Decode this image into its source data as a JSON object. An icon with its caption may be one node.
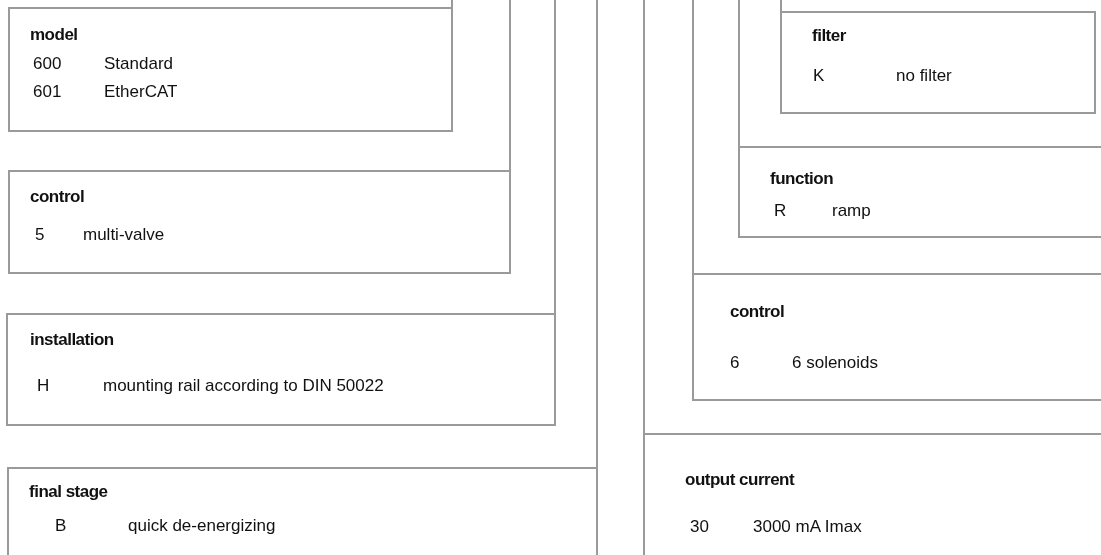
{
  "diagram": {
    "nodes": [
      {
        "text": [
          "model",
          "600",
          "Standard",
          "601",
          "EtherCAT"
        ]
      },
      {
        "text": [
          "control",
          "5",
          "multi-valve"
        ]
      },
      {
        "text": [
          "installation",
          "H",
          "mounting rail according to DIN 50022"
        ]
      },
      {
        "text": [
          "final stage",
          "B",
          "quick de-energizing"
        ]
      },
      {
        "text": [
          "filter",
          "K",
          "no filter"
        ]
      },
      {
        "text": [
          "function",
          "R",
          "ramp"
        ]
      },
      {
        "text": [
          "control",
          "6",
          "6 solenoids"
        ]
      },
      {
        "text": [
          "output current",
          "30",
          "3000 mA Imax"
        ]
      }
    ],
    "edges": [
      {
        "from": 0,
        "to": null,
        "arrow": "none"
      },
      {
        "from": 1,
        "to": null,
        "arrow": "none"
      },
      {
        "from": 2,
        "to": null,
        "arrow": "none"
      },
      {
        "from": 3,
        "to": null,
        "arrow": "none"
      },
      {
        "from": 4,
        "to": null,
        "arrow": "none"
      },
      {
        "from": 5,
        "to": null,
        "arrow": "none"
      },
      {
        "from": 6,
        "to": null,
        "arrow": "none"
      },
      {
        "from": 7,
        "to": null,
        "arrow": "none"
      }
    ]
  }
}
